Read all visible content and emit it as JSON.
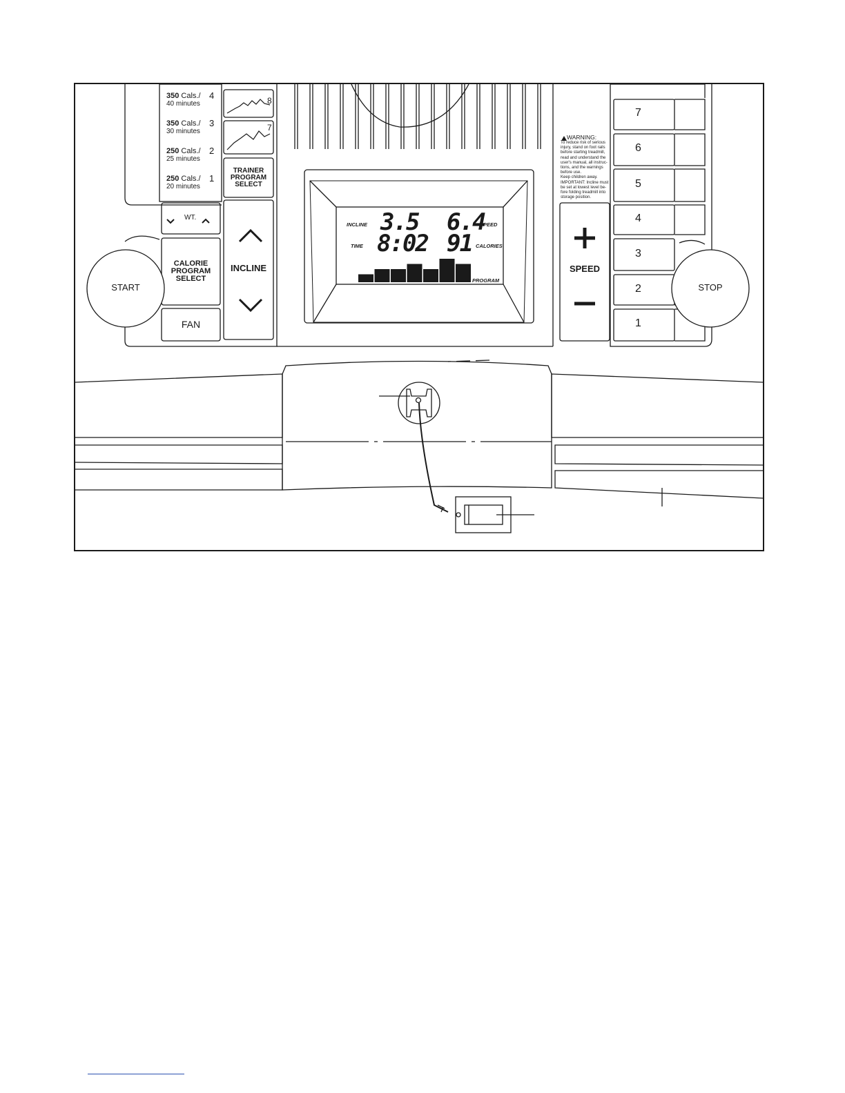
{
  "calorie_programs": [
    {
      "calories": "350",
      "unit": "Cals./",
      "number": "4",
      "duration": "40 minutes"
    },
    {
      "calories": "350",
      "unit": "Cals./",
      "number": "3",
      "duration": "30 minutes"
    },
    {
      "calories": "250",
      "unit": "Cals./",
      "number": "2",
      "duration": "25 minutes"
    },
    {
      "calories": "250",
      "unit": "Cals./",
      "number": "1",
      "duration": "20 minutes"
    }
  ],
  "trainer_profiles": [
    {
      "number": "8"
    },
    {
      "number": "7"
    }
  ],
  "buttons": {
    "trainer": [
      "TRAINER",
      "PROGRAM",
      "SELECT"
    ],
    "weight": "WT.",
    "calorie": [
      "CALORIE",
      "PROGRAM",
      "SELECT"
    ],
    "start": "START",
    "fan": "FAN",
    "incline": "INCLINE",
    "speed": "SPEED",
    "stop": "STOP",
    "speed_presets": [
      "7",
      "6",
      "5",
      "4",
      "3",
      "2",
      "1"
    ]
  },
  "display": {
    "incline_label": "INCLINE",
    "incline_value": "3.5",
    "speed_label": "SPEED",
    "speed_value": "6.4",
    "time_label": "TIME",
    "time_value": "8:02",
    "calories_label": "CALORIES",
    "calories_value": "91",
    "program_label": "PROGRAM",
    "program_profile": [
      1,
      2,
      2,
      3,
      2,
      4,
      3
    ]
  },
  "warning": {
    "title": "WARNING:",
    "lines": [
      "To reduce risk of serious",
      "injury, stand on foot rails",
      "before starting treadmill,",
      "read and understand the",
      "user's manual, all instruc-",
      "tions, and the warnings",
      "before use.",
      "Keep children away.",
      "IMPORTANT: Incline must",
      "be set at lowest level be-",
      "fore folding treadmill into",
      "storage position."
    ]
  },
  "colors": {
    "line": "#1a1a1a",
    "background": "#ffffff",
    "footer_rule": "#2a4fb0"
  }
}
